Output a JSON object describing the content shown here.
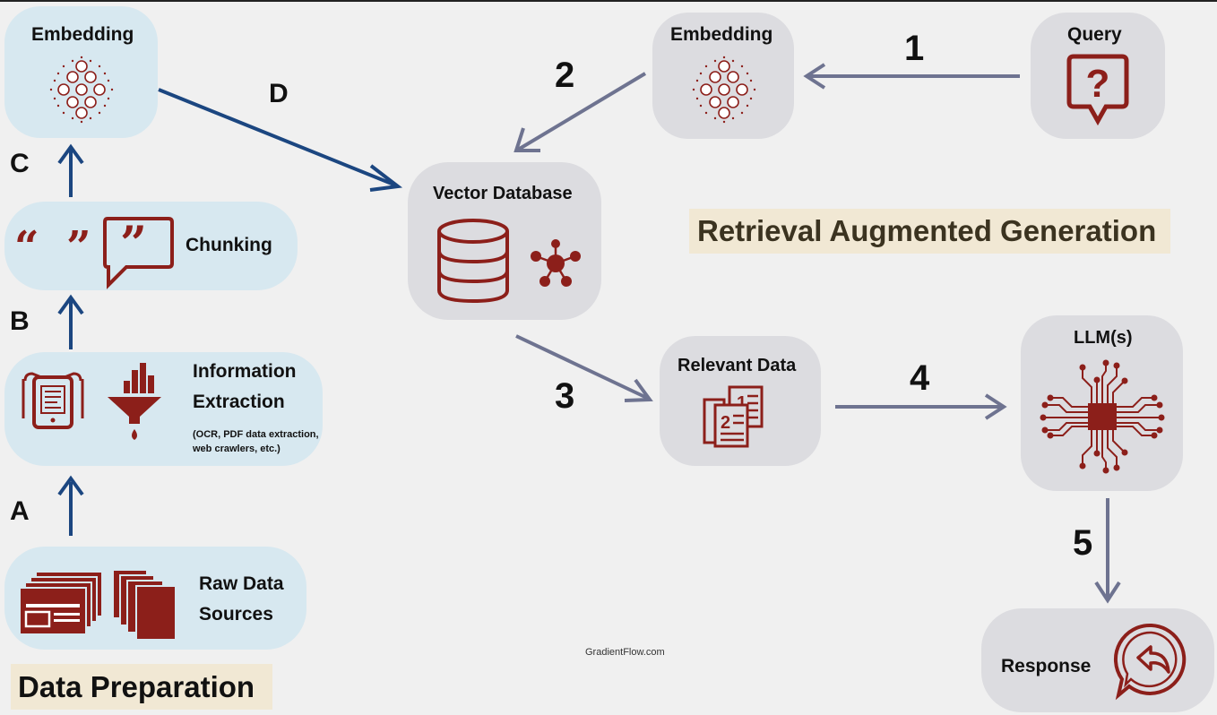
{
  "diagram": {
    "sections": {
      "data_preparation": "Data Preparation",
      "rag": "Retrieval Augmented Generation"
    },
    "nodes": {
      "embedding_left": "Embedding",
      "chunking": "Chunking",
      "info_extraction_line1": "Information",
      "info_extraction_line2": "Extraction",
      "info_extraction_note_line1": "(OCR, PDF data extraction,",
      "info_extraction_note_line2": "web crawlers, etc.)",
      "raw_data_line1": "Raw Data",
      "raw_data_line2": "Sources",
      "vector_database": "Vector Database",
      "embedding_right": "Embedding",
      "query": "Query",
      "relevant_data": "Relevant Data",
      "llms": "LLM(s)",
      "response": "Response"
    },
    "step_letters": [
      "A",
      "B",
      "C",
      "D"
    ],
    "step_numbers": [
      "1",
      "2",
      "3",
      "4",
      "5"
    ],
    "credit": "GradientFlow.com",
    "icons": [
      "network-icon",
      "quote-open-icon",
      "quote-close-icon",
      "chat-quote-icon",
      "tablet-document-icon",
      "funnel-chart-icon",
      "newspapers-icon",
      "document-stack-icon",
      "database-icon",
      "hub-icon",
      "question-bubble-icon",
      "numbered-documents-icon",
      "chip-icon",
      "reply-bubble-icon"
    ],
    "colors": {
      "prep_node": "#d7e8f0",
      "rag_node": "#dcdce0",
      "icon": "#8c1f1a",
      "prep_arrow": "#1b4680",
      "rag_arrow": "#6e7390",
      "title_bg": "#f1e8d4"
    }
  }
}
